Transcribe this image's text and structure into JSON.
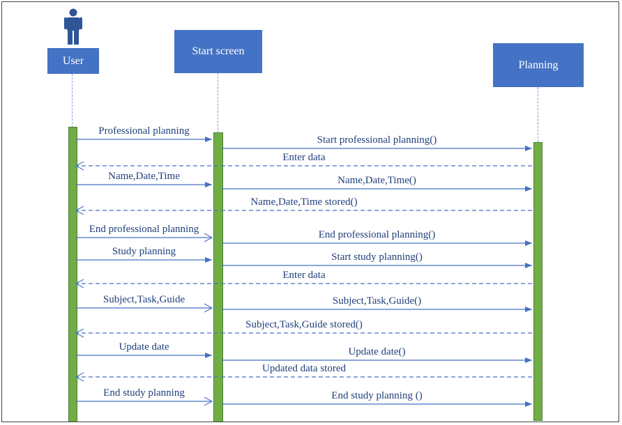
{
  "diagram": {
    "title": "",
    "colors": {
      "box": "#4472c4",
      "activation": "#70ad47",
      "arrow": "#4472c4",
      "text": "#1f3f7a"
    },
    "participants": {
      "user": {
        "label": "User",
        "icon": "person-icon"
      },
      "start": {
        "label": "Start screen"
      },
      "planning": {
        "label": "Planning"
      }
    },
    "messages": [
      {
        "from": "user",
        "to": "start",
        "label": "Professional planning",
        "kind": "sync"
      },
      {
        "from": "start",
        "to": "planning",
        "label": "Start professional planning()",
        "kind": "sync"
      },
      {
        "from": "planning",
        "to": "user",
        "label": "Enter data",
        "kind": "return"
      },
      {
        "from": "user",
        "to": "start",
        "label": "Name,Date,Time",
        "kind": "sync"
      },
      {
        "from": "start",
        "to": "planning",
        "label": "Name,Date,Time()",
        "kind": "sync"
      },
      {
        "from": "planning",
        "to": "user",
        "label": "Name,Date,Time stored()",
        "kind": "return"
      },
      {
        "from": "user",
        "to": "start",
        "label": "End professional planning",
        "kind": "async"
      },
      {
        "from": "start",
        "to": "planning",
        "label": "End professional planning()",
        "kind": "sync"
      },
      {
        "from": "user",
        "to": "start",
        "label": "Study planning",
        "kind": "sync"
      },
      {
        "from": "start",
        "to": "planning",
        "label": "Start study planning()",
        "kind": "sync"
      },
      {
        "from": "planning",
        "to": "user",
        "label": "Enter data",
        "kind": "return"
      },
      {
        "from": "user",
        "to": "start",
        "label": "Subject,Task,Guide",
        "kind": "async"
      },
      {
        "from": "start",
        "to": "planning",
        "label": "Subject,Task,Guide()",
        "kind": "sync"
      },
      {
        "from": "planning",
        "to": "user",
        "label": "Subject,Task,Guide stored()",
        "kind": "return"
      },
      {
        "from": "user",
        "to": "start",
        "label": "Update date",
        "kind": "sync"
      },
      {
        "from": "start",
        "to": "planning",
        "label": "Update date()",
        "kind": "sync"
      },
      {
        "from": "planning",
        "to": "user",
        "label": "Updated data stored",
        "kind": "return"
      },
      {
        "from": "user",
        "to": "start",
        "label": "End study planning",
        "kind": "async"
      },
      {
        "from": "start",
        "to": "planning",
        "label": "End study planning ()",
        "kind": "sync"
      }
    ]
  }
}
